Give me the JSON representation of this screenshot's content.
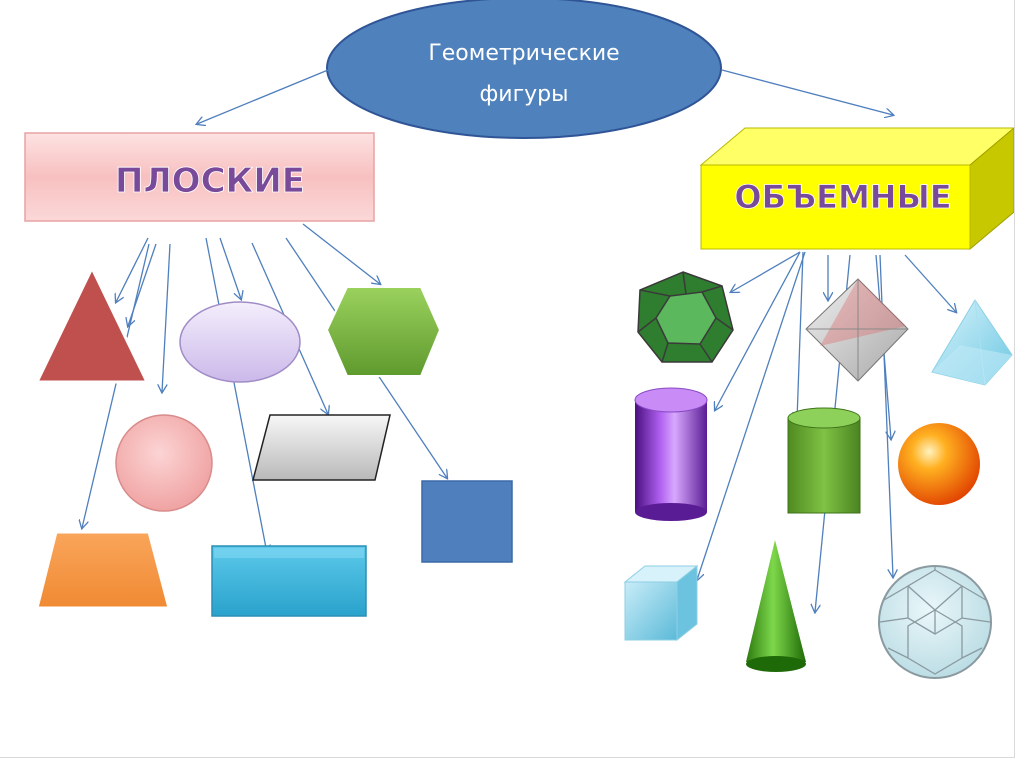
{
  "root": {
    "title_line1": "Геометрические",
    "title_line2": "фигуры",
    "fill": "#4f81bd"
  },
  "categories": {
    "flat": {
      "label": "ПЛОСКИЕ",
      "fill": "#f8c6c6",
      "text_color": "#7a4a9a"
    },
    "solid": {
      "label": "ОБЪЕМНЫЕ",
      "fill": "#ffff00",
      "text_color": "#7a4a9a"
    }
  },
  "flat_shapes": [
    "triangle",
    "ellipse",
    "hexagon",
    "circle",
    "parallelogram",
    "trapezoid",
    "rectangle",
    "square"
  ],
  "solid_shapes": [
    "dodecahedron",
    "octahedron",
    "pyramid",
    "cylinder-purple",
    "cylinder-green",
    "sphere",
    "cube",
    "cone",
    "geodesic-sphere"
  ],
  "colors": {
    "arrow": "#4f7fbd",
    "triangle": "#c0504d",
    "ellipse": "#ddd0f2",
    "hexagon": "#7ab648",
    "circle": "#f4b6b6",
    "parallelogram": "#d8d8d8",
    "trapezoid": "#f79646",
    "rectangle": "#3bb0d6",
    "square": "#4f7fbd"
  }
}
